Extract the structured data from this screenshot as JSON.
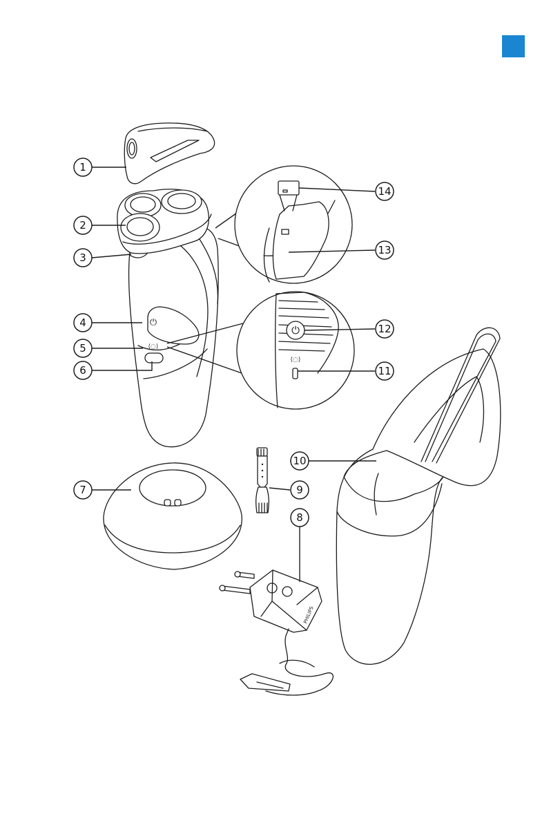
{
  "page": {
    "tab_color": "#1a86d1",
    "line_color": "#1c1c1c"
  },
  "callouts": [
    {
      "id": "c1",
      "label": "1"
    },
    {
      "id": "c2",
      "label": "2"
    },
    {
      "id": "c3",
      "label": "3"
    },
    {
      "id": "c4",
      "label": "4"
    },
    {
      "id": "c5",
      "label": "5"
    },
    {
      "id": "c6",
      "label": "6"
    },
    {
      "id": "c7",
      "label": "7"
    },
    {
      "id": "c8",
      "label": "8"
    },
    {
      "id": "c9",
      "label": "9"
    },
    {
      "id": "c10",
      "label": "10"
    },
    {
      "id": "c11",
      "label": "11"
    },
    {
      "id": "c12",
      "label": "12"
    },
    {
      "id": "c13",
      "label": "13"
    },
    {
      "id": "c14",
      "label": "14"
    }
  ],
  "adapter_brand": "PHILIPS"
}
